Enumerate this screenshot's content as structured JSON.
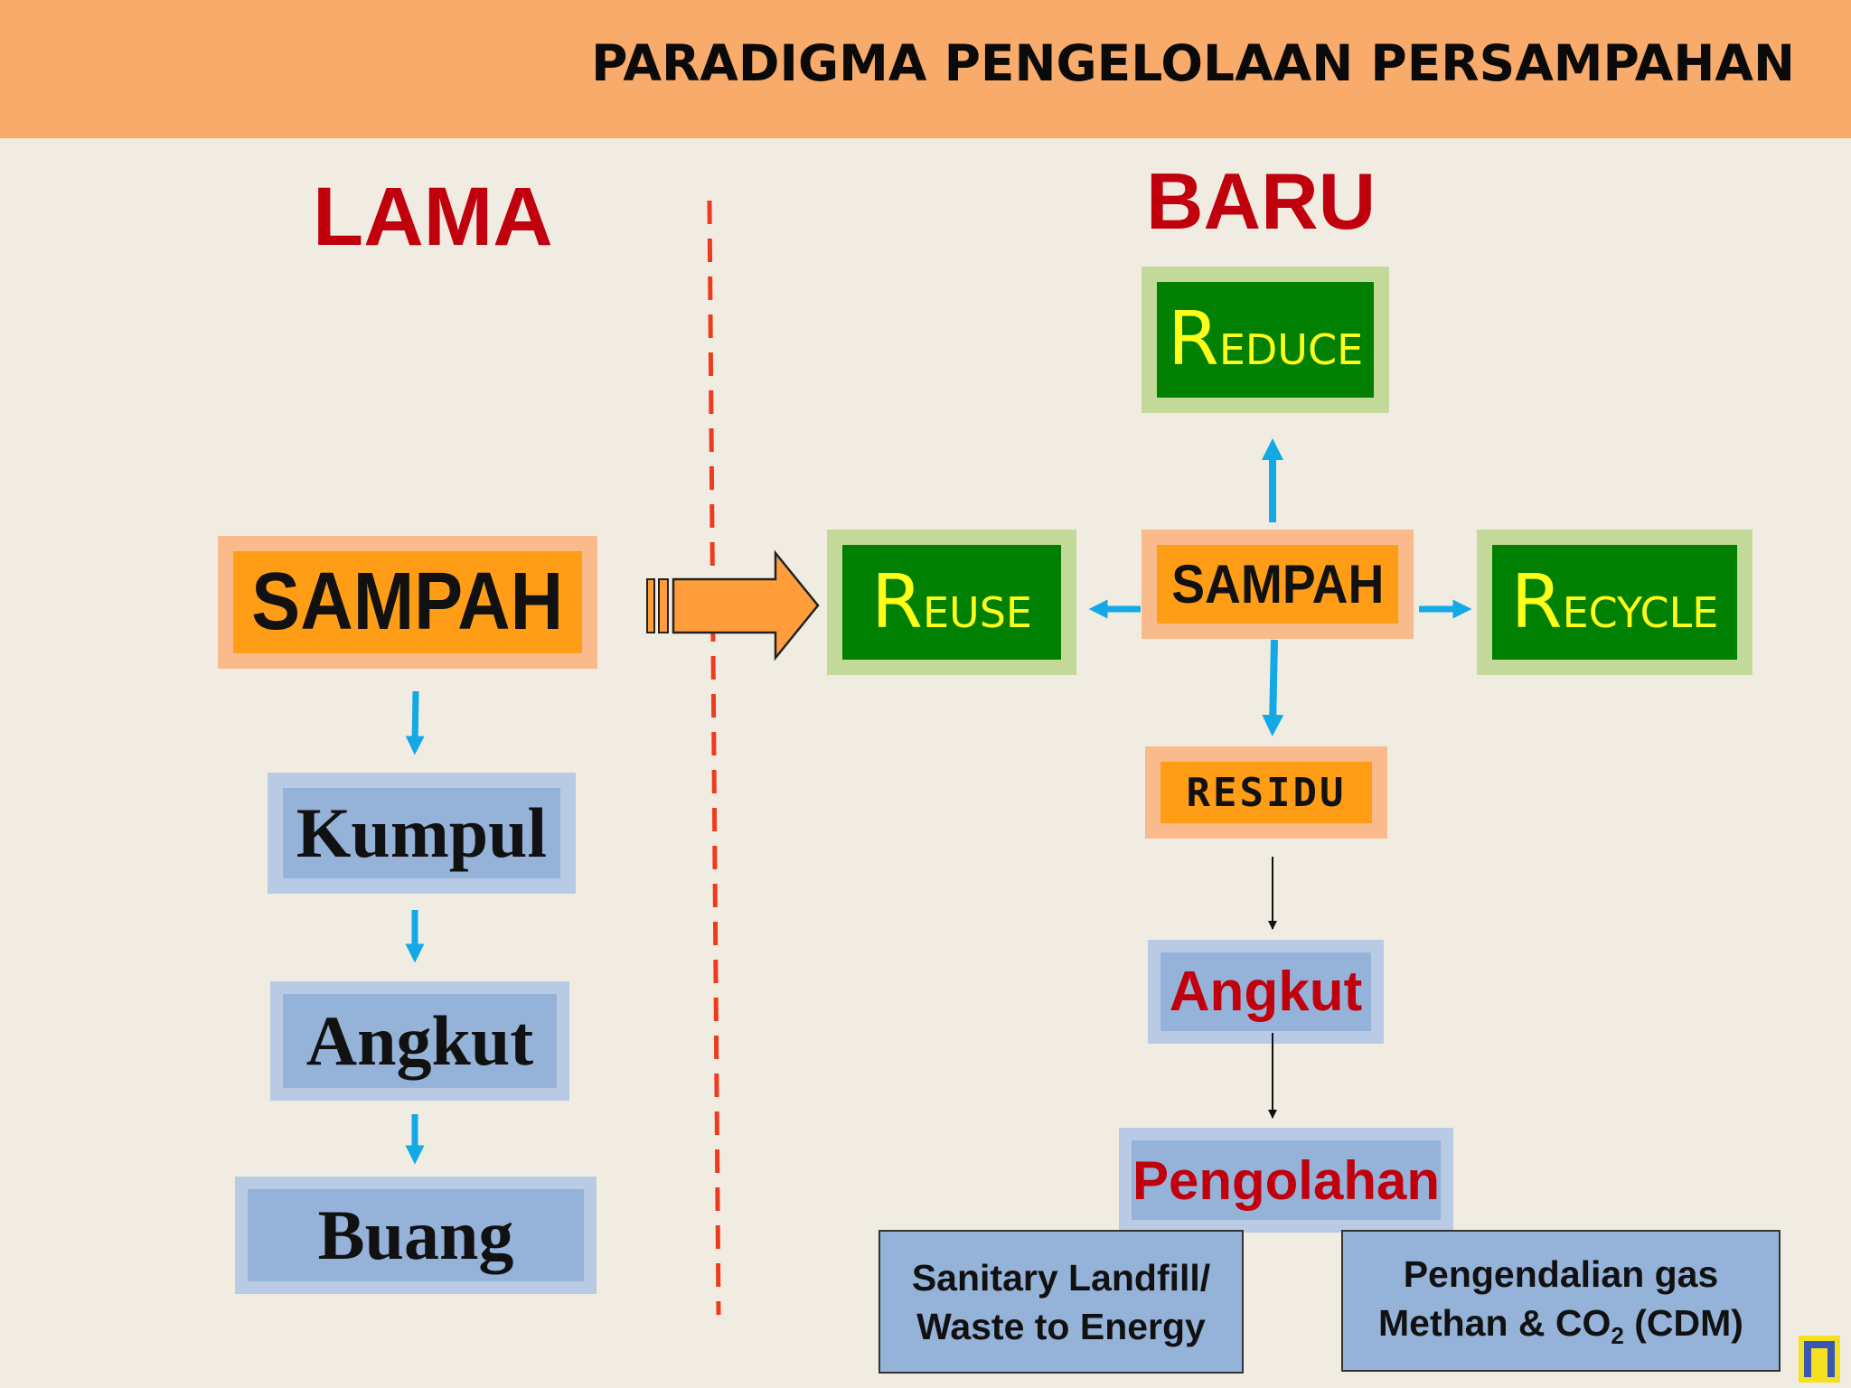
{
  "title": "PARADIGMA PENGELOLAAN PERSAMPAHAN",
  "lama": {
    "heading": "LAMA",
    "steps": [
      "SAMPAH",
      "Kumpul",
      "Angkut",
      "Buang"
    ]
  },
  "baru": {
    "heading": "BARU",
    "center": "SAMPAH",
    "reduce": {
      "initial": "R",
      "rest": "EDUCE"
    },
    "reuse": {
      "initial": "R",
      "rest": "EUSE"
    },
    "recycle": {
      "initial": "R",
      "rest": "ECYCLE"
    },
    "residu": "RESIDU",
    "angkut": "Angkut",
    "pengolahan": "Pengolahan",
    "outputs": {
      "landfill": {
        "line1": "Sanitary Landfill/",
        "line2": "Waste to Energy"
      },
      "gas": {
        "line1": "Pengendalian gas",
        "line2_pre": "Methan & CO",
        "line2_sub": "2",
        "line2_post": " (CDM)"
      }
    }
  },
  "colors": {
    "header": "#f8ab6a",
    "heading_red": "#c0000c",
    "arrow_blue": "#12a9e6",
    "divider": "#ee3b1e",
    "green": "#008000",
    "orange": "#ff9d17",
    "blue_box": "#95b2d9"
  }
}
